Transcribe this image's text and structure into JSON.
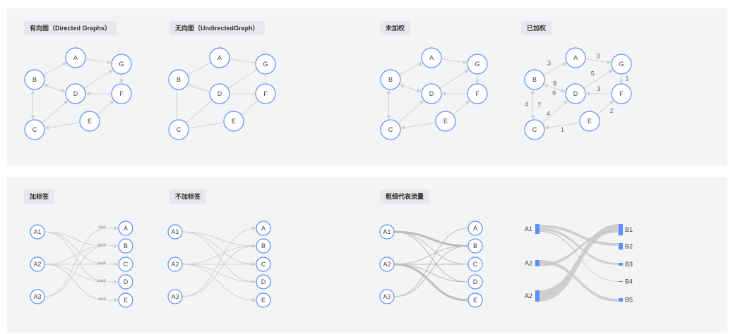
{
  "panels": {
    "top": {
      "directed": "有向图（Directed Graphs）",
      "undirected": "无向图（UndirectedGraph）",
      "unweighted": "未加权",
      "weighted": "已加权"
    },
    "bottom": {
      "labeled": "加标签",
      "unlabeled": "不加标签",
      "thickness": "粗细代表流量"
    }
  },
  "graph": {
    "nodes": [
      "A",
      "B",
      "C",
      "D",
      "E",
      "F",
      "G"
    ],
    "edges": [
      {
        "from": "B",
        "to": "A",
        "weight": "3"
      },
      {
        "from": "A",
        "to": "G",
        "weight": "3"
      },
      {
        "from": "G",
        "to": "F",
        "weight": "1"
      },
      {
        "from": "D",
        "to": "G",
        "weight": "5"
      },
      {
        "from": "D",
        "to": "B",
        "weight": "8"
      },
      {
        "from": "B",
        "to": "D",
        "weight": "6"
      },
      {
        "from": "F",
        "to": "D",
        "weight": "3"
      },
      {
        "from": "B",
        "to": "C",
        "weight": "4"
      },
      {
        "from": "C",
        "to": "B",
        "weight": "7"
      },
      {
        "from": "C",
        "to": "D",
        "weight": "4"
      },
      {
        "from": "E",
        "to": "C",
        "weight": "1"
      },
      {
        "from": "E",
        "to": "F",
        "weight": "2"
      }
    ]
  },
  "bipartite": {
    "left": [
      "A1",
      "A2",
      "A3"
    ],
    "right": [
      "A",
      "B",
      "C",
      "D",
      "E"
    ],
    "edge_label": "own",
    "edges": [
      {
        "from": "A1",
        "to": "B"
      },
      {
        "from": "A1",
        "to": "C"
      },
      {
        "from": "A1",
        "to": "D"
      },
      {
        "from": "A2",
        "to": "E"
      },
      {
        "from": "A3",
        "to": "A"
      }
    ]
  },
  "sankey": {
    "left": [
      "A1",
      "A2",
      "A2"
    ],
    "right": [
      "B1",
      "B2",
      "B3",
      "B4",
      "B5"
    ],
    "colors": {
      "node": "#5b8ff9",
      "link": "#c8c8c8"
    }
  },
  "colors": {
    "node_stroke": "#5b8ff9",
    "node_fill": "#ffffff",
    "edge": "#d2d2d2",
    "panel": "#f3f4f6"
  }
}
